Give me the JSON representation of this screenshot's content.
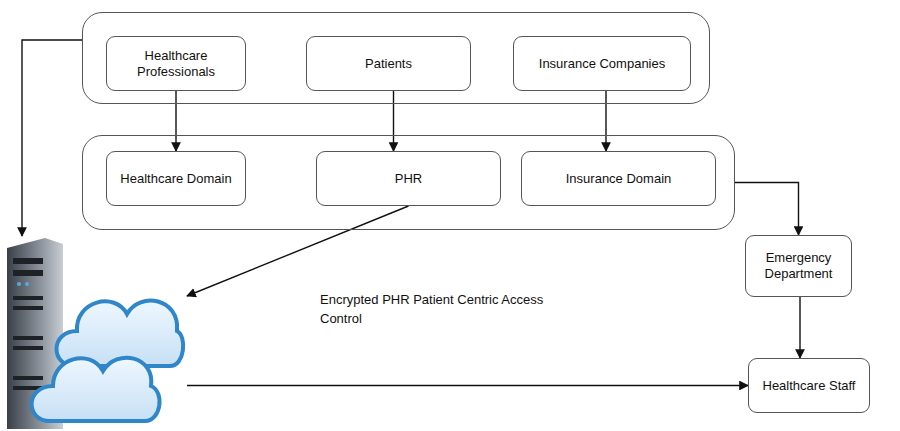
{
  "diagram": {
    "nodes": [
      {
        "text": []
      },
      {
        "text": [
          "Healthcare Professionals"
        ],
        "in": 0
      },
      {
        "text": [
          "Patients"
        ],
        "in": 0
      },
      {
        "text": [
          "Insurance Companies"
        ],
        "in": 0
      },
      {
        "text": []
      },
      {
        "text": [
          "Healthcare Domain"
        ],
        "in": 4
      },
      {
        "text": [
          "PHR"
        ],
        "in": 4
      },
      {
        "text": [
          "Insurance Domain"
        ],
        "in": 4
      },
      {
        "text": []
      },
      {
        "text": [
          "Emergency Department"
        ]
      },
      {
        "text": [
          "Healthcare Staff"
        ]
      }
    ],
    "edges": [
      {
        "from": 1,
        "to": 5,
        "arrow": "to"
      },
      {
        "from": 2,
        "to": 6,
        "arrow": "to"
      },
      {
        "from": 3,
        "to": 7,
        "arrow": "to"
      },
      {
        "from": 0,
        "to": 8,
        "arrow": "to"
      },
      {
        "from": 6,
        "to": 8,
        "label": "Encrypted PHR Patient Centric Access Control",
        "arrow": "to"
      },
      {
        "from": 4,
        "to": 9,
        "arrow": "to"
      },
      {
        "from": 9,
        "to": 10,
        "arrow": "to"
      },
      {
        "from": 8,
        "to": 10,
        "arrow": "to"
      }
    ]
  }
}
